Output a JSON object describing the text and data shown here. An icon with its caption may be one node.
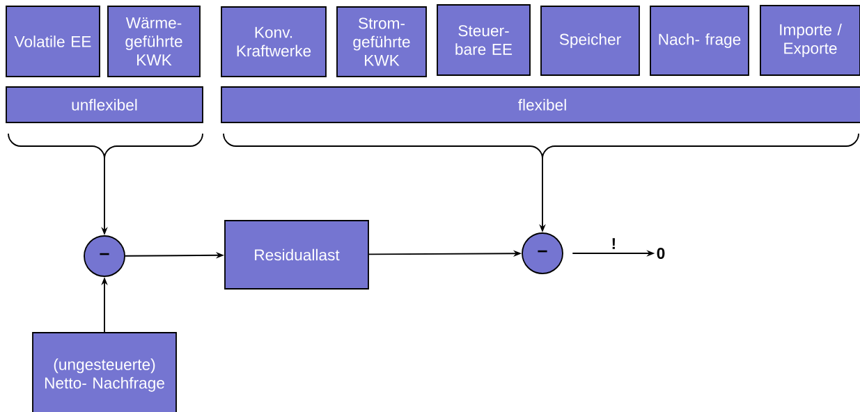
{
  "diagram": {
    "nodes": [
      {
        "text": [
          "Volatile EE"
        ]
      },
      {
        "text": [
          "Wärme- geführte KWK"
        ]
      },
      {
        "text": [
          "Konv. Kraftwerke"
        ]
      },
      {
        "text": [
          "Strom- geführte KWK"
        ]
      },
      {
        "text": [
          "Steuer- bare EE"
        ]
      },
      {
        "text": [
          "Speicher"
        ]
      },
      {
        "text": [
          "Nach- frage"
        ]
      },
      {
        "text": [
          "Importe / Exporte"
        ]
      },
      {
        "text": [
          "unflexibel"
        ]
      },
      {
        "text": [
          "flexibel"
        ]
      },
      {
        "text": [
          "–"
        ]
      },
      {
        "text": [
          "Residuallast"
        ]
      },
      {
        "text": [
          "–"
        ]
      },
      {
        "text": [
          "(ungesteuerte) Netto- Nachfrage"
        ]
      },
      {
        "text": [
          "0"
        ]
      }
    ],
    "edges": [
      {
        "from": 8,
        "to": 10,
        "arrow": "to"
      },
      {
        "from": 13,
        "to": 10,
        "arrow": "to"
      },
      {
        "from": 10,
        "to": 11,
        "arrow": "to"
      },
      {
        "from": 11,
        "to": 12,
        "arrow": "to"
      },
      {
        "from": 9,
        "to": 12,
        "arrow": "to"
      },
      {
        "from": 12,
        "to": 14,
        "arrow": "to",
        "label": "!"
      }
    ]
  }
}
